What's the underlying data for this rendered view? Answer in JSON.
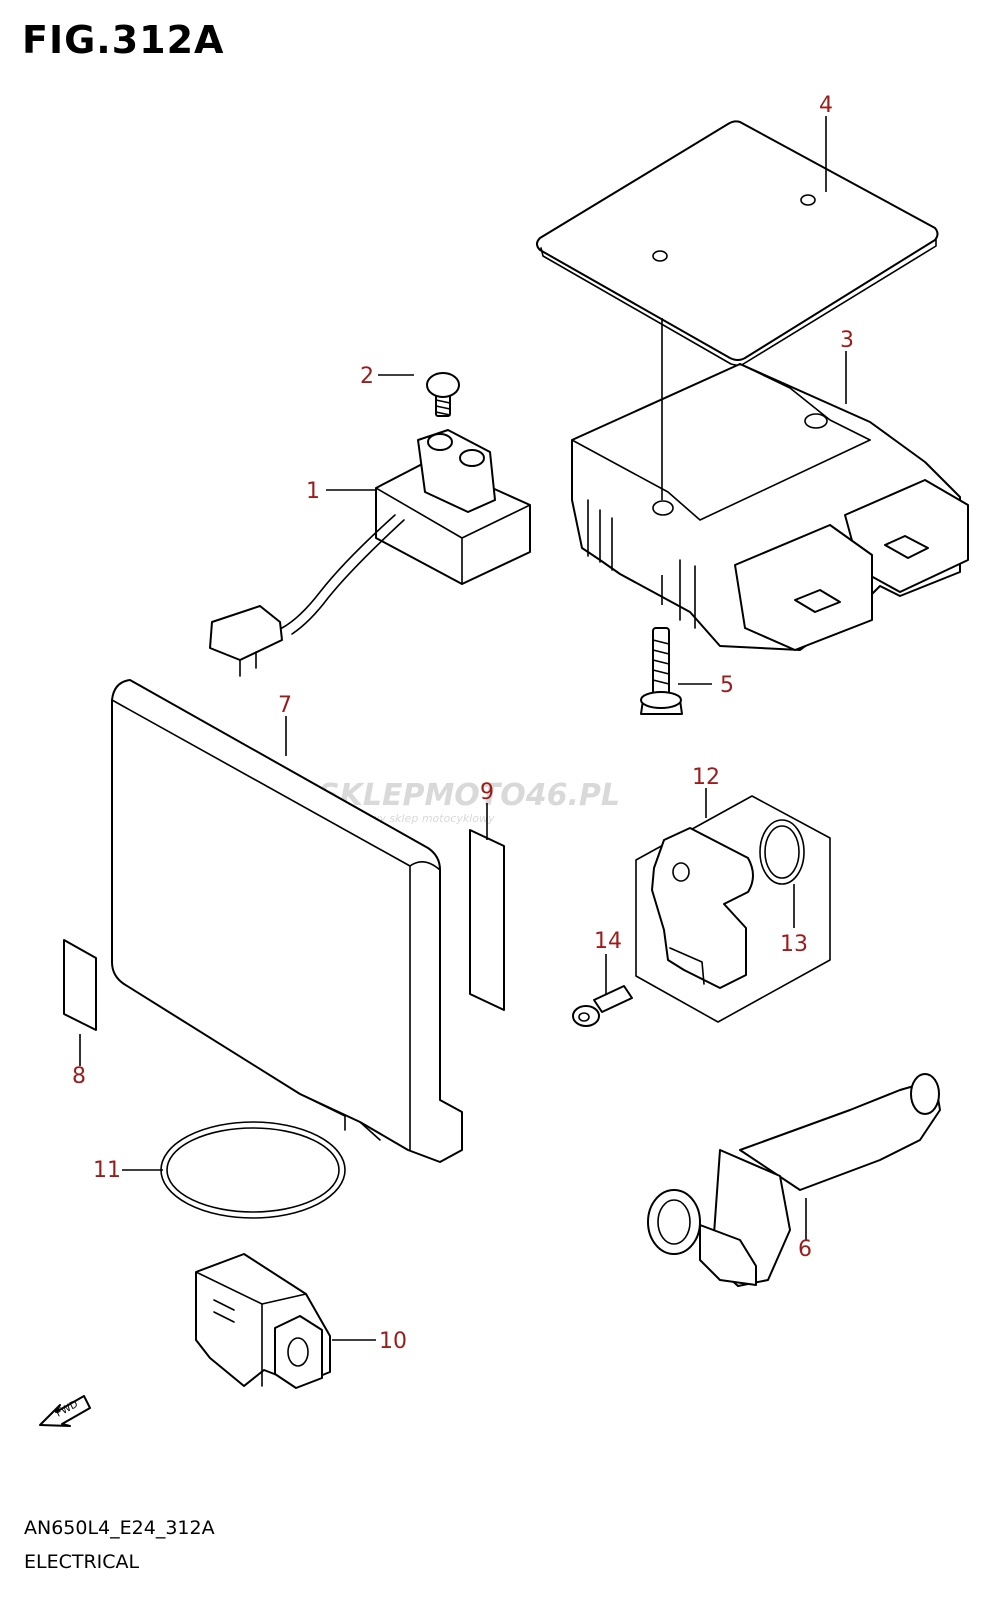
{
  "figure": {
    "title": "FIG.312A",
    "code": "AN650L4_E24_312A",
    "caption": "ELECTRICAL"
  },
  "watermark": {
    "brand_a": "SKLEP",
    "brand_b": "MOTO",
    "brand_c": "46",
    "brand_d": ".PL",
    "tagline": "internetowy sklep motocyklowy"
  },
  "fwd_label": "FWD",
  "callouts": {
    "p1": "1",
    "p2": "2",
    "p3": "3",
    "p4": "4",
    "p5": "5",
    "p6": "6",
    "p7": "7",
    "p8": "8",
    "p9": "9",
    "p10": "10",
    "p11": "11",
    "p12": "12",
    "p13": "13",
    "p14": "14"
  },
  "colors": {
    "callout": "#9b1c1c",
    "line": "#000000",
    "watermark": "#d9d9d9"
  }
}
